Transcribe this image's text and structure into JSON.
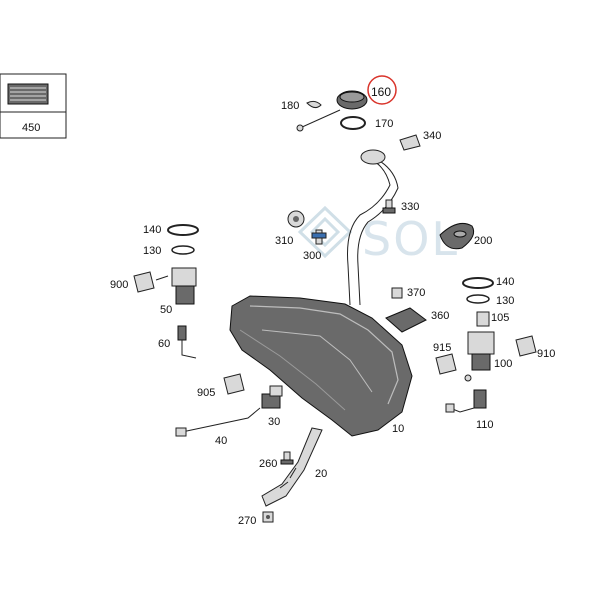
{
  "watermark": "SOL",
  "inset": {
    "label": "450"
  },
  "highlight": {
    "label": "160",
    "color": "#d9342b"
  },
  "labels": {
    "p180": "180",
    "p170": "170",
    "p340": "340",
    "p330": "330",
    "p140a": "140",
    "p130a": "130",
    "p310": "310",
    "p300": "300",
    "p200": "200",
    "p900": "900",
    "p50": "50",
    "p370": "370",
    "p140b": "140",
    "p130b": "130",
    "p360": "360",
    "p105": "105",
    "p60": "60",
    "p915": "915",
    "p910": "910",
    "p100": "100",
    "p905": "905",
    "p30": "30",
    "p40": "40",
    "p10": "10",
    "p110": "110",
    "p260": "260",
    "p20": "20",
    "p270": "270"
  }
}
